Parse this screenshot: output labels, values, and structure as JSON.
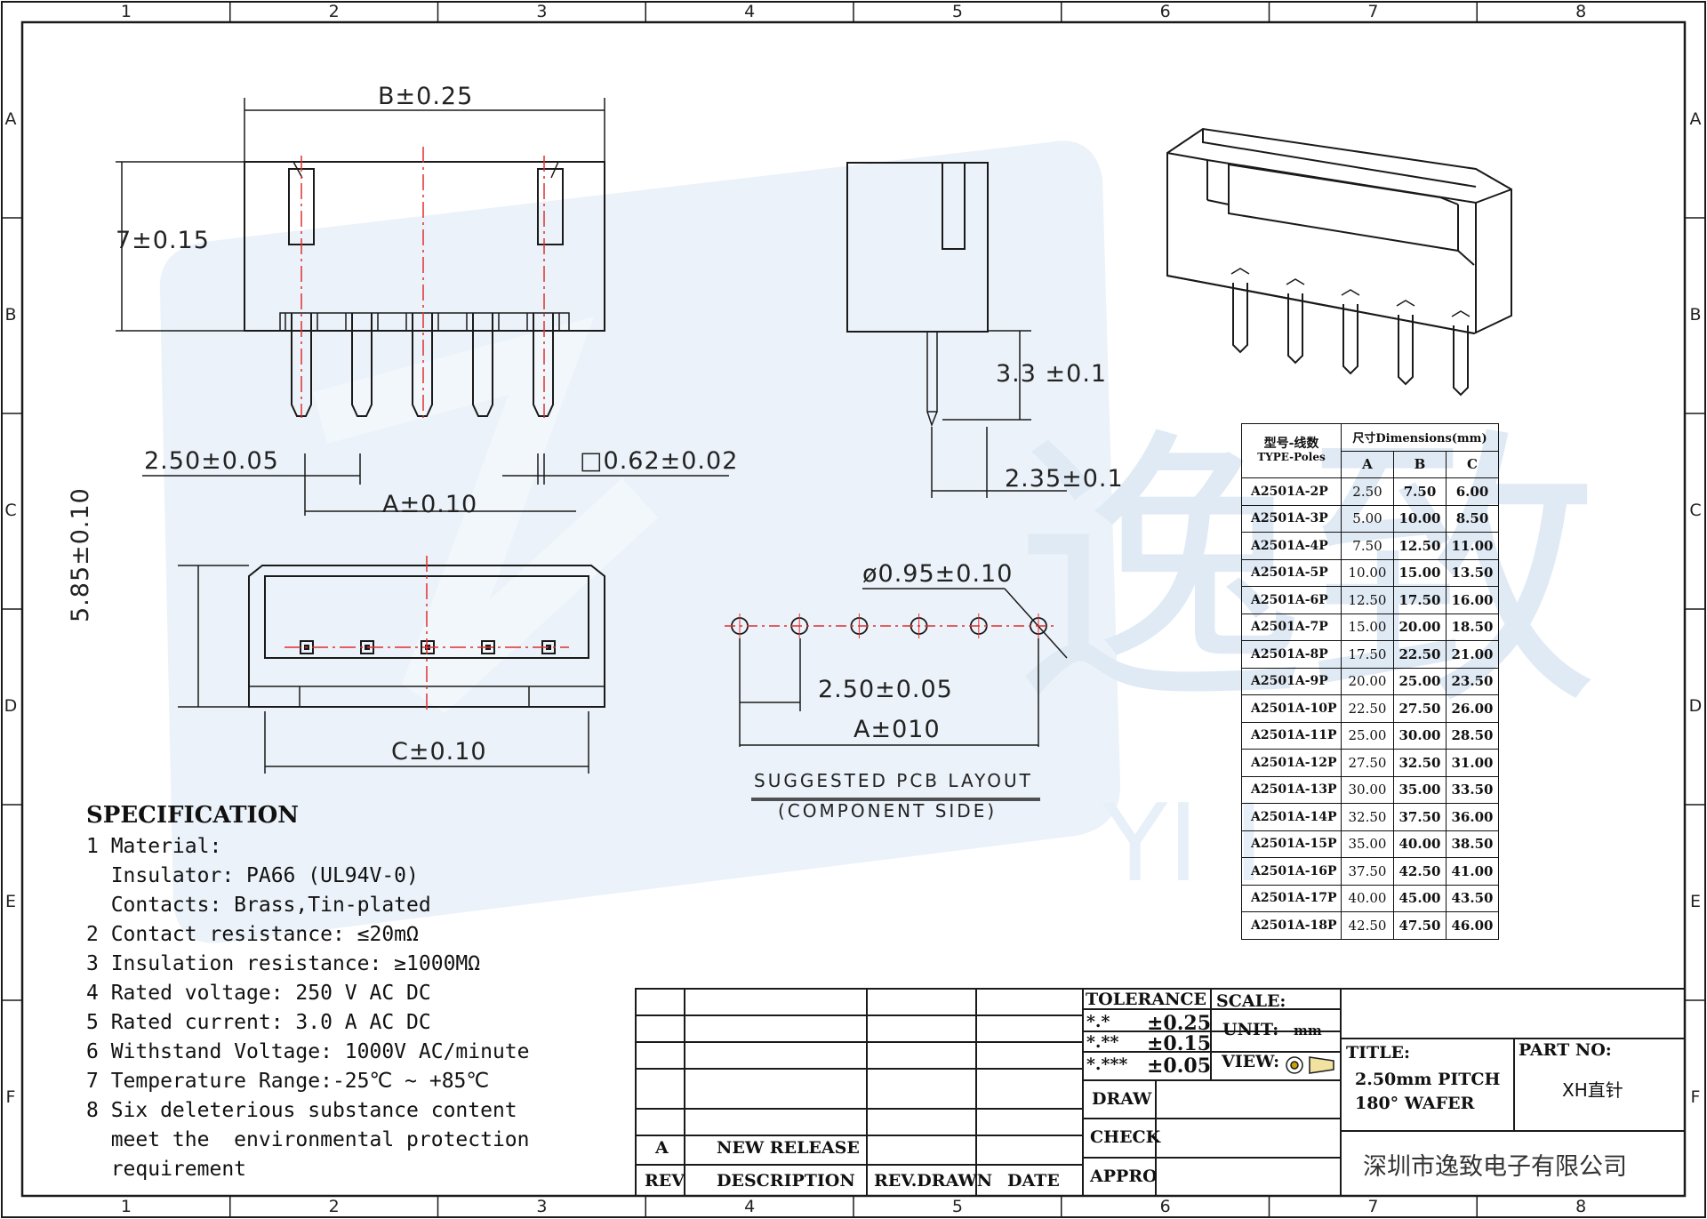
{
  "zones": {
    "columns": [
      "1",
      "2",
      "3",
      "4",
      "5",
      "6",
      "7",
      "8"
    ],
    "rows": [
      "A",
      "B",
      "C",
      "D",
      "E",
      "F"
    ]
  },
  "dimensions": {
    "b": "B±0.25",
    "height": "7±0.15",
    "pitch_front": "2.50±0.05",
    "pin_square": "□0.62±0.02",
    "a": "A±0.10",
    "pin_length": "3.3 ±0.1",
    "depth": "2.35±0.1",
    "width_top": "5.85±0.10",
    "c": "C±0.10",
    "hole": "ø0.95±0.10",
    "pitch_pcb": "2.50±0.05",
    "a_pcb": "A±010"
  },
  "pcb_layout": {
    "title": "SUGGESTED PCB LAYOUT",
    "subtitle": "(COMPONENT SIDE)"
  },
  "specification": {
    "title": "SPECIFICATION",
    "lines": [
      "1 Material:",
      "  Insulator: PA66 (UL94V-0)",
      "  Contacts: Brass,Tin-plated",
      "2 Contact resistance: ≤20mΩ",
      "3 Insulation resistance: ≥1000MΩ",
      "4 Rated voltage: 250 V AC DC",
      "5 Rated current: 3.0 A AC DC",
      "6 Withstand Voltage: 1000V AC/minute",
      "7 Temperature Range:-25℃ ~ +85℃",
      "8 Six deleterious substance content",
      "  meet the  environmental protection",
      "  requirement"
    ]
  },
  "dimension_table": {
    "header": {
      "type_cn": "型号-线数",
      "type_en": "TYPE-Poles",
      "dims": "尺寸Dimensions(mm)",
      "cols": [
        "A",
        "B",
        "C"
      ]
    },
    "rows": [
      [
        "A2501A-2P",
        "2.50",
        "7.50",
        "6.00"
      ],
      [
        "A2501A-3P",
        "5.00",
        "10.00",
        "8.50"
      ],
      [
        "A2501A-4P",
        "7.50",
        "12.50",
        "11.00"
      ],
      [
        "A2501A-5P",
        "10.00",
        "15.00",
        "13.50"
      ],
      [
        "A2501A-6P",
        "12.50",
        "17.50",
        "16.00"
      ],
      [
        "A2501A-7P",
        "15.00",
        "20.00",
        "18.50"
      ],
      [
        "A2501A-8P",
        "17.50",
        "22.50",
        "21.00"
      ],
      [
        "A2501A-9P",
        "20.00",
        "25.00",
        "23.50"
      ],
      [
        "A2501A-10P",
        "22.50",
        "27.50",
        "26.00"
      ],
      [
        "A2501A-11P",
        "25.00",
        "30.00",
        "28.50"
      ],
      [
        "A2501A-12P",
        "27.50",
        "32.50",
        "31.00"
      ],
      [
        "A2501A-13P",
        "30.00",
        "35.00",
        "33.50"
      ],
      [
        "A2501A-14P",
        "32.50",
        "37.50",
        "36.00"
      ],
      [
        "A2501A-15P",
        "35.00",
        "40.00",
        "38.50"
      ],
      [
        "A2501A-16P",
        "37.50",
        "42.50",
        "41.00"
      ],
      [
        "A2501A-17P",
        "40.00",
        "45.00",
        "43.50"
      ],
      [
        "A2501A-18P",
        "42.50",
        "47.50",
        "46.00"
      ]
    ]
  },
  "title_block": {
    "tolerance": "TOLERANCE",
    "tol1": "*.*",
    "tol1_v": "±0.25",
    "tol2": "*.**",
    "tol2_v": "±0.15",
    "tol3": "*.***",
    "tol3_v": "±0.05",
    "scale": "SCALE:",
    "unit": "UNIT:",
    "unit_v": "mm",
    "view": "VIEW:",
    "title_label": "TITLE:",
    "title_line1": "2.50mm PITCH",
    "title_line2": "180° WAFER",
    "part_label": "PART NO:",
    "part_value": "XH直针",
    "draw": "DRAW",
    "check": "CHECK",
    "appro": "APPRO",
    "rev_mark": "A",
    "release": "NEW RELEASE",
    "rev": "REV",
    "description": "DESCRIPTION",
    "rev_drawn": "REV.DRAWN",
    "date": "DATE",
    "company": "深圳市逸致电子有限公司"
  },
  "watermark": {
    "glyphs": "逸致",
    "latin": "YI  I"
  },
  "colors": {
    "line": "#1a1a1a",
    "center": "#e03030",
    "watermark": "#c9dcef"
  }
}
